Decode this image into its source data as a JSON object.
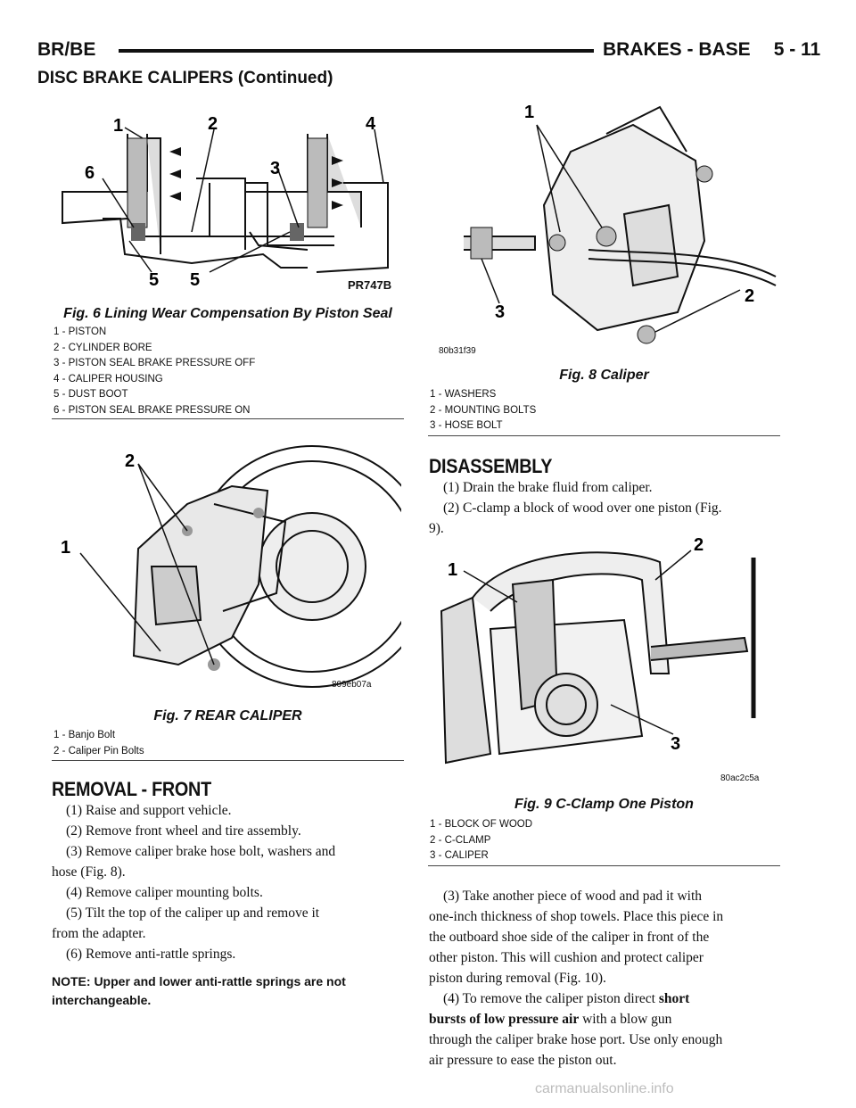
{
  "header": {
    "left": "BR/BE",
    "section": "BRAKES - BASE",
    "page": "5 - 11",
    "subtitle": "DISC BRAKE CALIPERS (Continued)"
  },
  "fig6": {
    "caption": "Fig. 6 Lining Wear Compensation By Piston Seal",
    "code": "PR747B",
    "callouts": [
      "1",
      "2",
      "3",
      "4",
      "5",
      "5",
      "6"
    ],
    "legend": [
      "1 - PISTON",
      "2 - CYLINDER BORE",
      "3 - PISTON SEAL BRAKE PRESSURE OFF",
      "4 - CALIPER HOUSING",
      "5 - DUST BOOT",
      "6 - PISTON SEAL BRAKE PRESSURE ON"
    ]
  },
  "fig7": {
    "caption": "Fig. 7 REAR CALIPER",
    "code": "809eb07a",
    "callouts": [
      "1",
      "2"
    ],
    "legend": [
      "1 - Banjo Bolt",
      "2 - Caliper Pin Bolts"
    ]
  },
  "fig8": {
    "caption": "Fig. 8 Caliper",
    "code": "80b31f39",
    "callouts": [
      "1",
      "2",
      "3"
    ],
    "legend": [
      "1 - WASHERS",
      "2 - MOUNTING BOLTS",
      "3 - HOSE BOLT"
    ]
  },
  "fig9": {
    "caption": "Fig. 9 C-Clamp One Piston",
    "code": "80ac2c5a",
    "callouts": [
      "1",
      "2",
      "3"
    ],
    "legend": [
      "1 - BLOCK OF WOOD",
      "2 - C-CLAMP",
      "3 - CALIPER"
    ]
  },
  "removal": {
    "heading": "REMOVAL - FRONT",
    "steps": [
      "(1) Raise and support vehicle.",
      "(2) Remove front wheel and tire assembly.",
      "(3) Remove caliper brake hose bolt, washers and",
      "hose (Fig. 8).",
      "(4) Remove caliper mounting bolts.",
      "(5) Tilt the top of the caliper up and remove it",
      "from the adapter.",
      "(6) Remove anti-rattle springs."
    ],
    "note": [
      "NOTE: Upper and lower anti-rattle springs are not",
      "interchangeable."
    ]
  },
  "disassembly": {
    "heading": "DISASSEMBLY",
    "steps": [
      "(1) Drain the brake fluid from caliper.",
      "(2) C-clamp a block of wood over one piston (Fig.",
      "9)."
    ],
    "para3": [
      "(3) Take another piece of wood and pad it with",
      "one-inch thickness of shop towels. Place this piece in",
      "the outboard shoe side of the caliper in front of the",
      "other piston. This will cushion and protect caliper",
      "piston during removal (Fig. 10)."
    ],
    "para4_start": "(4) To remove the caliper piston direct",
    "para4_bold1": "short",
    "para4_bold2": "bursts of low pressure air",
    "para4_cont1": "with a blow gun",
    "para4_rest": [
      "through the caliper brake hose port. Use only enough",
      "air pressure to ease the piston out."
    ]
  },
  "watermark": "carmanualsonline.info"
}
